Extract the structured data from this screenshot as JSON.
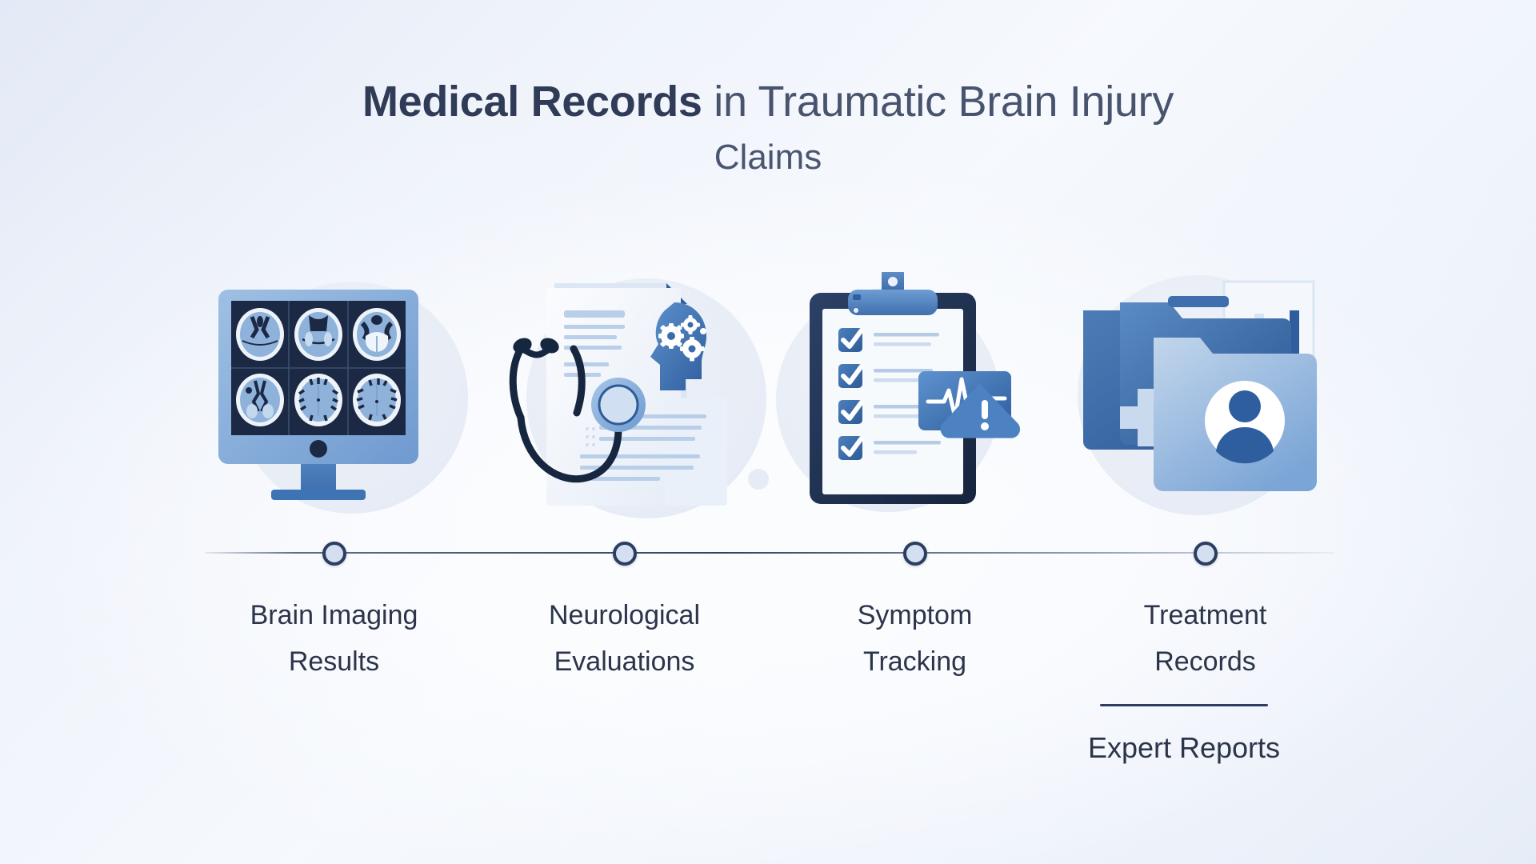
{
  "background": {
    "gradient_start": "#e3e9f6",
    "gradient_mid": "#f7f9fc",
    "gradient_end": "#e6ecf7"
  },
  "header": {
    "title_bold": "Medical Records",
    "title_rest": " in Traumatic Brain Injury",
    "subtitle": "Claims",
    "title_color": "#303b57"
  },
  "theme": {
    "navy": "#1f3557",
    "mid_blue": "#4a7ab8",
    "light_blue": "#a8c4e4",
    "pale_blue": "#d4e0f1",
    "dark_screen": "#1b2945",
    "text": "#2b3449"
  },
  "timeline": {
    "line_color": "#2c3e5f",
    "node_fill": "#d4e0f1",
    "node_ring": "#2c3e5f",
    "node_count": 4
  },
  "steps": [
    {
      "id": "brain-imaging",
      "icon": "brain-scan-monitor-icon",
      "label_line1": "Brain Imaging",
      "label_line2": "Results",
      "scan_count": 6
    },
    {
      "id": "neurological-evaluations",
      "icon": "stethoscope-document-icon",
      "label_line1": "Neurological",
      "label_line2": "Evaluations"
    },
    {
      "id": "symptom-tracking",
      "icon": "clipboard-checklist-icon",
      "label_line1": "Symptom",
      "label_line2": "Tracking",
      "checkbox_count": 4
    },
    {
      "id": "treatment-records",
      "icon": "medical-folders-icon",
      "label_line1": "Treatment",
      "label_line2": "Records"
    }
  ],
  "footer": {
    "text": "Expert Reports",
    "rule_color": "#2d3e5f"
  }
}
